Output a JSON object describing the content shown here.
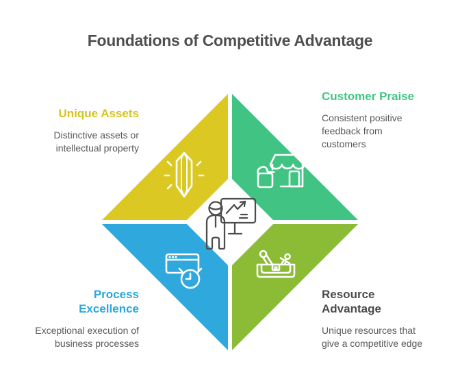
{
  "title": "Foundations of Competitive Advantage",
  "title_color": "#4f4f4f",
  "desc_color": "#58585a",
  "center": {
    "icon": "presenter-whiteboard-icon",
    "stroke_color": "#4d4d4d"
  },
  "quadrants": [
    {
      "id": "unique-assets",
      "position": "top-left",
      "color": "#dbc822",
      "title_color": "#d5c31f",
      "title_lines": [
        "Unique Assets"
      ],
      "desc_lines": [
        "Distinctive assets or",
        "intellectual property"
      ],
      "icon": "crystal-gem-icon"
    },
    {
      "id": "customer-praise",
      "position": "top-right",
      "color": "#41c383",
      "title_color": "#3ec584",
      "title_lines": [
        "Customer Praise"
      ],
      "desc_lines": [
        "Consistent positive",
        "feedback from",
        "customers"
      ],
      "icon": "storefront-thumbs-up-icon"
    },
    {
      "id": "process-excellence",
      "position": "bottom-left",
      "color": "#2fa8de",
      "title_color": "#29a7dc",
      "title_lines": [
        "Process",
        "Excellence"
      ],
      "desc_lines": [
        "Exceptional execution of",
        "business processes"
      ],
      "icon": "browser-clock-icon"
    },
    {
      "id": "resource-advantage",
      "position": "bottom-right",
      "color": "#8cbb35",
      "title_color": "#4a4a4b",
      "title_lines": [
        "Resource",
        "Advantage"
      ],
      "desc_lines": [
        "Unique resources that",
        "give a competitive edge"
      ],
      "icon": "toolbox-tools-icon"
    }
  ]
}
